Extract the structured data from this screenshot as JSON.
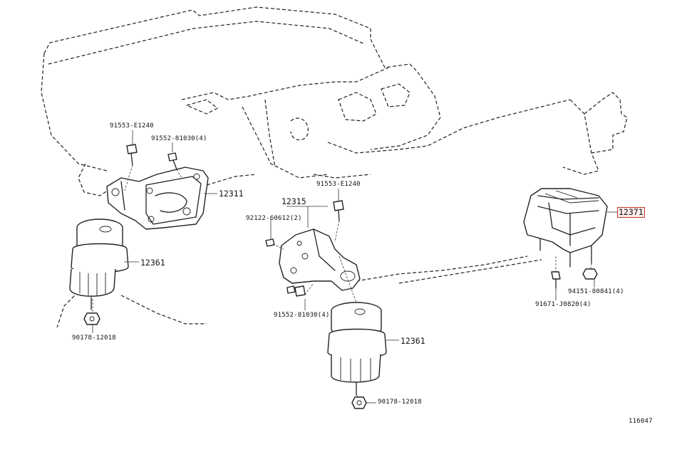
{
  "diagram": {
    "figure_number": "116047",
    "highlight_color": "#c0392b",
    "callouts": {
      "left_bolt_top": "91553-E1240",
      "left_bolt_small": "91552-81030(4)",
      "left_bracket": "12311",
      "left_insulator": "12361",
      "left_nut": "90178-12018",
      "center_bracket": "12315",
      "center_bolt_top": "91553-E1240",
      "center_stud": "92122-60612(2)",
      "center_bolt_small": "91552-81030(4)",
      "center_insulator": "12361",
      "center_nut": "90178-12018",
      "rear_mount": "12371",
      "rear_nut": "94151-80841(4)",
      "rear_bolt": "91671-J0820(4)"
    }
  }
}
